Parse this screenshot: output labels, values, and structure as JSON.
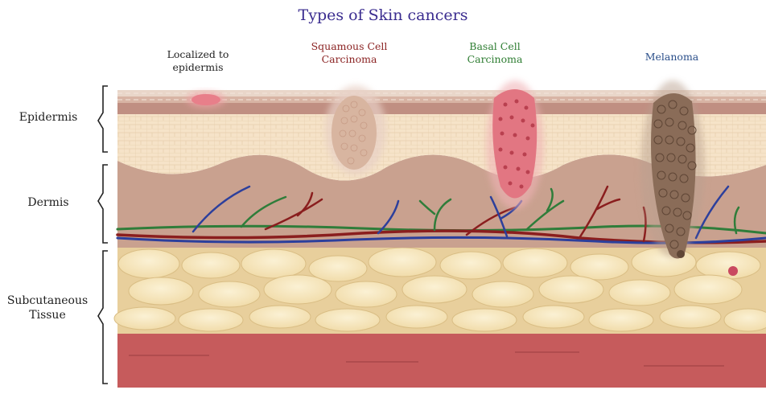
{
  "title": "Types of Skin cancers",
  "types": {
    "localized": "Localized to epidermis",
    "squamous": "Squamous Cell Carcinoma",
    "basal": "Basal Cell Carcinoma",
    "melanoma": "Melanoma"
  },
  "layers": {
    "epidermis": "Epidermis",
    "dermis": "Dermis",
    "subcutaneous": "Subcutaneous Tissue"
  },
  "colors": {
    "title": "#3a2c8f",
    "squamous": "#8b2323",
    "basal": "#2e7d32",
    "melanoma": "#2b4f8a",
    "localized": "#222222"
  }
}
